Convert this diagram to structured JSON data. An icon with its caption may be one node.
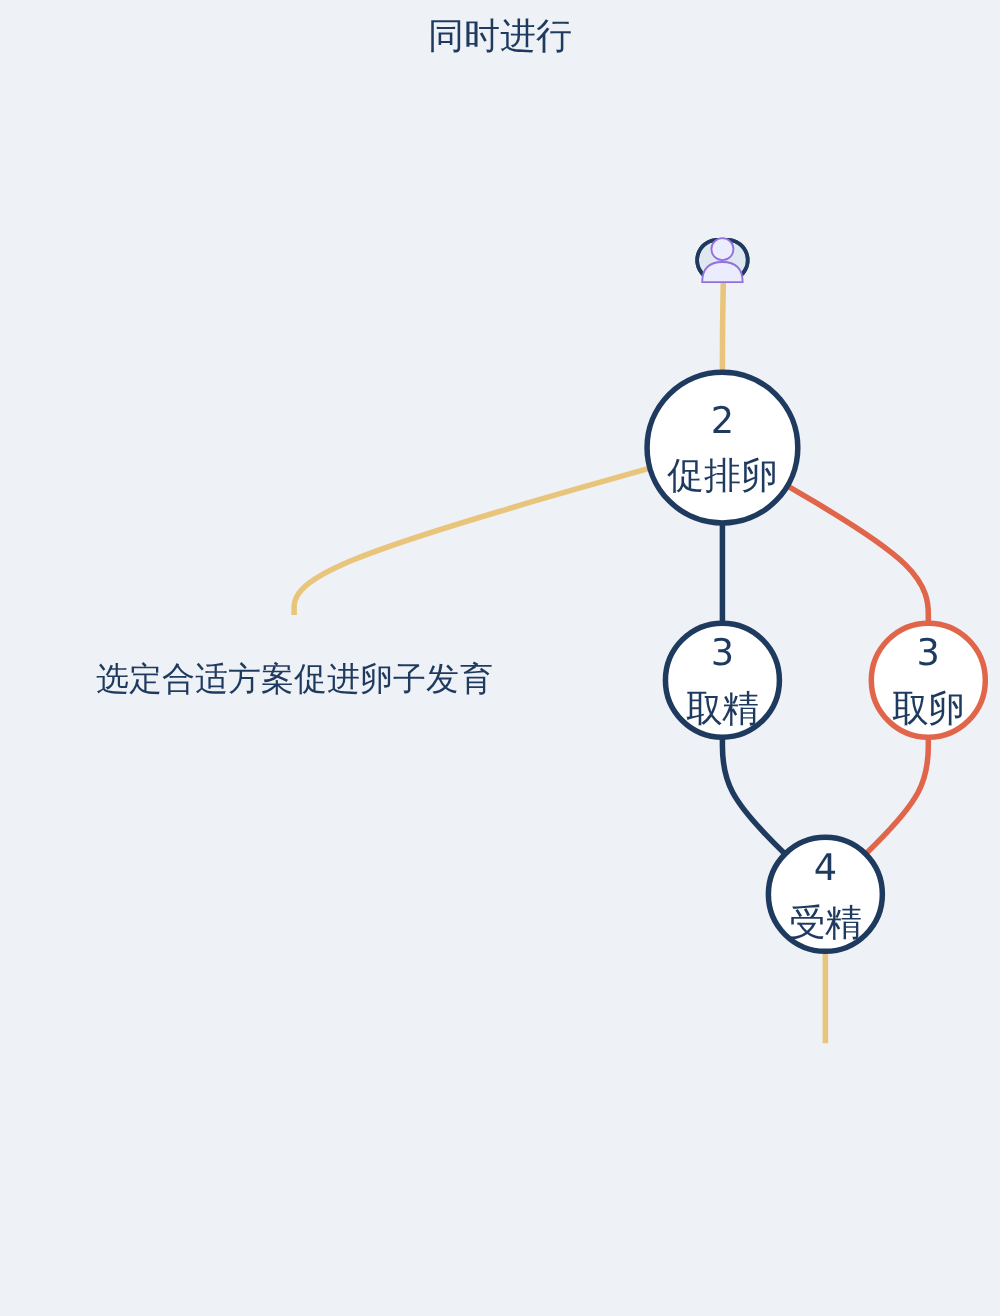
{
  "diagram": {
    "nodes": [
      {
        "text": [],
        "shape": "person"
      },
      {
        "text": [
          "2",
          "促排卵"
        ]
      },
      {
        "text": [
          "选定合适方案促进卵子发育"
        ]
      },
      {
        "text": [
          "3",
          "取精"
        ]
      },
      {
        "text": [
          "3",
          "取卵"
        ]
      },
      {
        "text": [
          "4",
          "受精"
        ]
      }
    ],
    "edges": [
      {
        "from": 0,
        "to": 1,
        "arrow": "none",
        "color": "#e8c57a"
      },
      {
        "from": 1,
        "to": 2,
        "arrow": "none",
        "color": "#e8c57a"
      },
      {
        "from": 1,
        "to": 3,
        "arrow": "none",
        "color": "#1f3a5f"
      },
      {
        "from": 1,
        "to": 4,
        "arrow": "none",
        "color": "#e0654a"
      },
      {
        "from": 3,
        "to": 5,
        "arrow": "none",
        "color": "#1f3a5f"
      },
      {
        "from": 4,
        "to": 5,
        "arrow": "none",
        "color": "#e0654a"
      },
      {
        "from": 5,
        "to": null,
        "arrow": "none",
        "color": "#e8c57a"
      }
    ],
    "labels": [
      "同时进行"
    ]
  }
}
